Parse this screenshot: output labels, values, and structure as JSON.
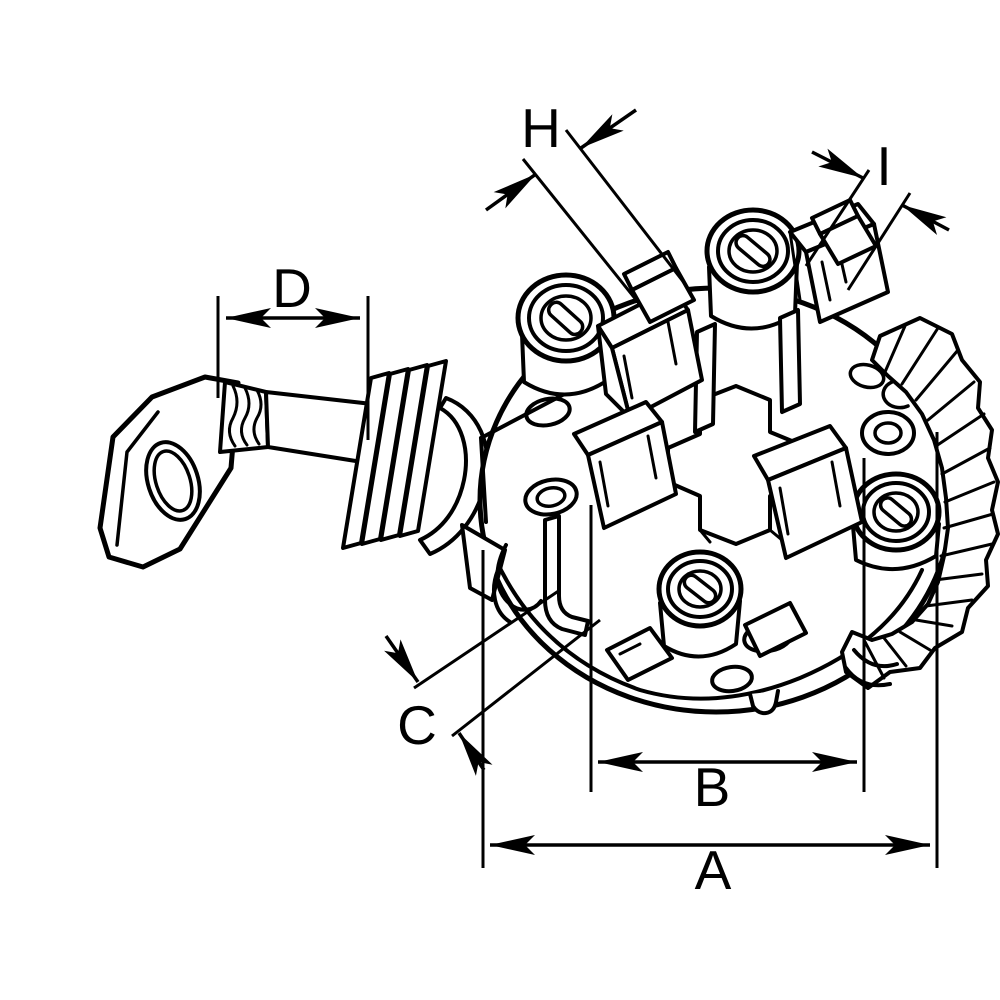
{
  "figure": {
    "subject": "starter-motor-brush-holder-technical-drawing",
    "background_color": "#ffffff",
    "line_color": "#000000",
    "label_color": "#000000"
  },
  "dimensions": {
    "A": {
      "label": "A"
    },
    "B": {
      "label": "B"
    },
    "C": {
      "label": "C"
    },
    "D": {
      "label": "D"
    },
    "H": {
      "label": "H"
    },
    "I": {
      "label": "I"
    }
  }
}
